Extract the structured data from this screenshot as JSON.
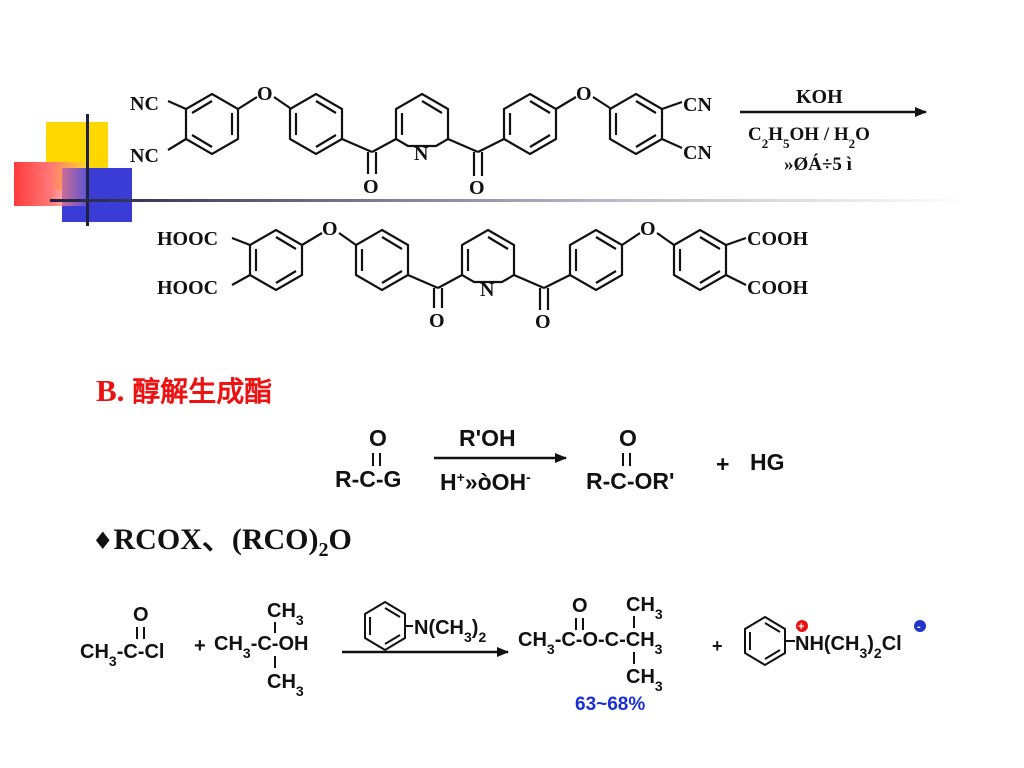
{
  "scheme1": {
    "reactant_left_top": "NC",
    "reactant_left_bottom": "NC",
    "reactant_right_top": "CN",
    "reactant_right_bottom": "CN",
    "ether_o": "O",
    "carbonyl_o": "O",
    "pyridine_n": "N",
    "reagent": "KOH",
    "solvent": "C2H5OH / H2O",
    "condition": "»ØÁ÷5 ì",
    "product_left_top": "HOOC",
    "product_left_bottom": "HOOC",
    "product_right_top": "COOH",
    "product_right_bottom": "COOH"
  },
  "section_b": {
    "label": "B.",
    "title": "醇解生成酯"
  },
  "scheme2": {
    "acyl_o": "O",
    "acyl": "R-C-G",
    "reagent": "R'OH",
    "catalyst": "H+»òOH-",
    "ester_o": "O",
    "ester": "R-C-OR'",
    "plus": "+",
    "byproduct": "HG"
  },
  "bullet": {
    "symbol": "♦",
    "text": "RCOX、(RCO)2O"
  },
  "scheme3": {
    "acyl_chloride_o": "O",
    "acyl_chloride": "CH3-C-Cl",
    "plus1": "+",
    "alcohol_top": "CH3",
    "alcohol": "CH3-C-OH",
    "alcohol_bottom": "CH3",
    "catalyst": "N(CH3)2",
    "ester_o": "O",
    "ester_top": "CH3",
    "ester": "CH3-C-O-C-CH3",
    "ester_bottom": "CH3",
    "yield": "63~68%",
    "plus2": "+",
    "salt": "NH(CH3)2Cl",
    "charge_pos": "+",
    "charge_neg": "-"
  },
  "colors": {
    "heading_red": "#ee1111",
    "yield_blue": "#1a2fd8",
    "charge_red": "#ee1111",
    "charge_blue": "#2233cc",
    "deco_yellow": "#ffd800",
    "deco_blue": "#3b3bd6",
    "deco_red": "#ff3b3b"
  }
}
